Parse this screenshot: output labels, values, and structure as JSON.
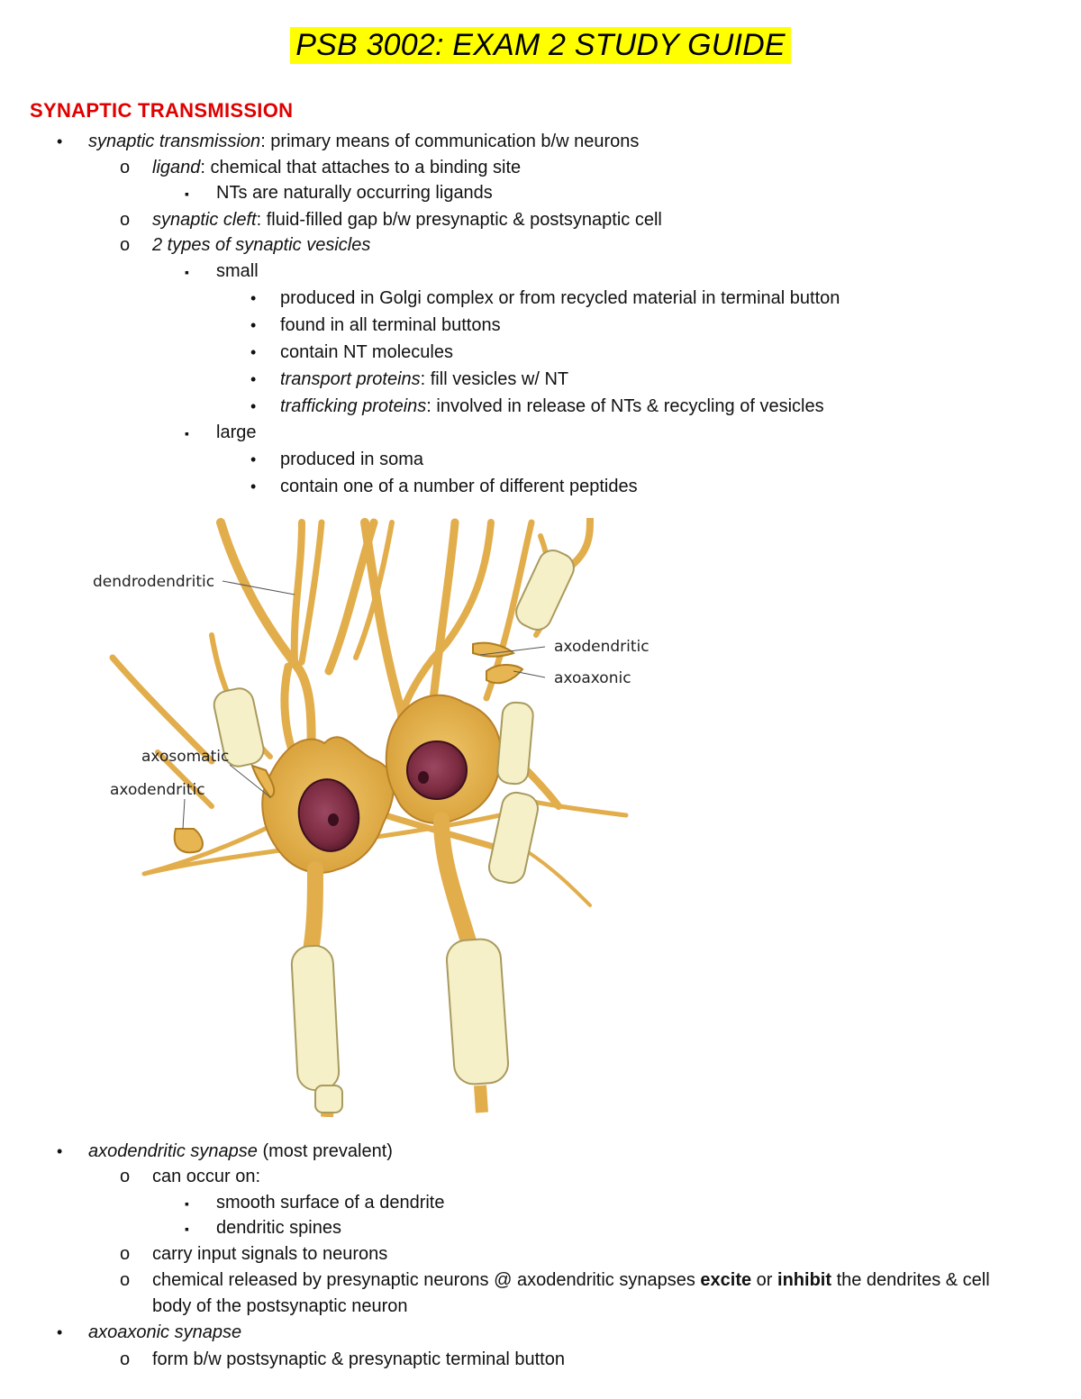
{
  "header": {
    "title": "PSB 3002: EXAM 2 STUDY GUIDE"
  },
  "section": {
    "title": "SYNAPTIC TRANSMISSION"
  },
  "notes": {
    "n1": {
      "term": "synaptic transmission",
      "text": ": primary means of communication b/w neurons"
    },
    "n2": {
      "term": "ligand",
      "text": ": chemical that attaches to a binding site"
    },
    "n3": {
      "text": "NTs are naturally occurring ligands"
    },
    "n4": {
      "term": "synaptic cleft",
      "text": ": fluid-filled gap b/w presynaptic & postsynaptic cell"
    },
    "n5": {
      "term": "2 types of synaptic vesicles"
    },
    "n6": {
      "text": "small"
    },
    "n7": {
      "text": "produced in Golgi complex or from recycled material in terminal button"
    },
    "n8": {
      "text": "found in all terminal buttons"
    },
    "n9": {
      "text": "contain NT molecules"
    },
    "n10": {
      "term": "transport proteins",
      "text": ": fill vesicles w/ NT"
    },
    "n11": {
      "term": "trafficking proteins",
      "text": ": involved in release of NTs & recycling of vesicles"
    },
    "n12": {
      "text": "large"
    },
    "n13": {
      "text": "produced in soma"
    },
    "n14": {
      "text": "contain one of a number of different peptides"
    },
    "n15": {
      "term": "axodendritic synapse",
      "text": " (most prevalent)"
    },
    "n16": {
      "text": "can occur on:"
    },
    "n17": {
      "text": "smooth surface of a dendrite"
    },
    "n18": {
      "text": "dendritic spines"
    },
    "n19": {
      "text": "carry input signals to neurons"
    },
    "n20": {
      "a": "chemical released by presynaptic neurons @ axodendritic synapses ",
      "b1": "excite",
      "c": " or ",
      "b2": "inhibit",
      "d": " the dendrites & cell",
      "cont": "body of the postsynaptic neuron"
    },
    "n21": {
      "term": "axoaxonic synapse"
    },
    "n22": {
      "text": "form b/w postsynaptic & presynaptic terminal button"
    }
  },
  "markers": {
    "bullet": "•",
    "circle": "o",
    "square": "▪"
  },
  "figure": {
    "labels": {
      "dendrodendritic": "dendrodendritic",
      "axodendritic_top": "axodendritic",
      "axoaxonic": "axoaxonic",
      "axosomatic": "axosomatic",
      "axodendritic_left": "axodendritic"
    },
    "colors": {
      "neuron": "#e7b552",
      "neuron_edge": "#b07d1f",
      "myelin": "#f6f0c9",
      "nucleus": "#7a2a3f",
      "nucleolus": "#3b0f1e"
    }
  }
}
